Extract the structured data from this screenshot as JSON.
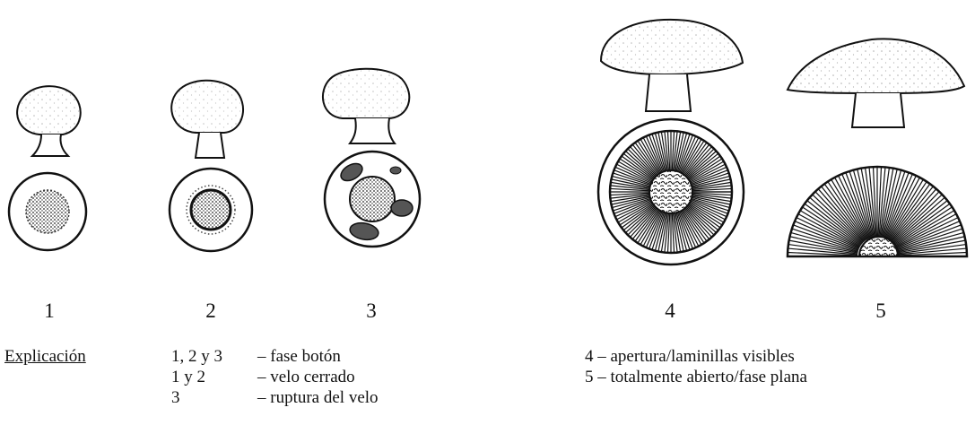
{
  "stages": [
    {
      "number": "1",
      "icon": "mushroom-button-stage-icon"
    },
    {
      "number": "2",
      "icon": "mushroom-button-stage-icon"
    },
    {
      "number": "3",
      "icon": "mushroom-veil-breaking-icon"
    },
    {
      "number": "4",
      "icon": "mushroom-open-gills-icon"
    },
    {
      "number": "5",
      "icon": "mushroom-flat-cap-icon"
    }
  ],
  "legend": {
    "title": "Explicación",
    "rows": [
      {
        "key": "1, 2 y 3",
        "desc": "– fase botón"
      },
      {
        "key": "1 y 2",
        "desc": "– velo cerrado"
      },
      {
        "key": "3",
        "desc": "– ruptura del velo"
      }
    ],
    "right_rows": [
      {
        "text": "4 – apertura/laminillas visibles"
      },
      {
        "text": "5 – totalmente abierto/fase plana"
      }
    ]
  }
}
